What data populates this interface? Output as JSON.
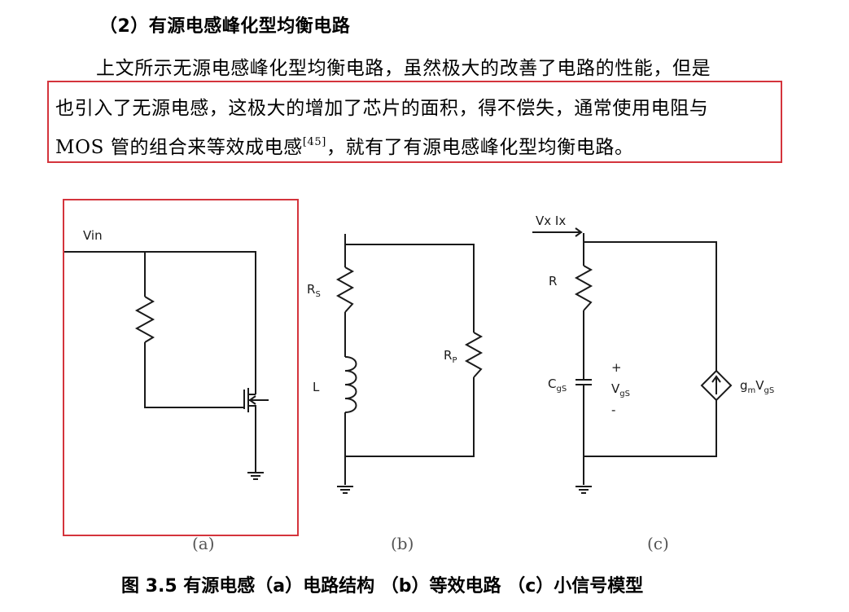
{
  "section_heading": "（2）有源电感峰化型均衡电路",
  "paragraph": {
    "line1": "上文所示无源电感峰化型均衡电路，虽然极大的改善了电路的性能，但是",
    "line2": "也引入了无源电感，这极大的增加了芯片的面积，得不偿失，通常使用电阻与",
    "line3_pre": "MOS 管的组合来等效成电感",
    "line3_ref": "[45]",
    "line3_post": "，就有了有源电感峰化型均衡电路。"
  },
  "figure": {
    "a": {
      "input_label": "Vin",
      "sublabel": "(a)"
    },
    "b": {
      "rs_label": "R",
      "rs_sub": "S",
      "l_label": "L",
      "rp_label": "R",
      "rp_sub": "P",
      "sublabel": "(b)"
    },
    "c": {
      "vx_label": "Vx Ix",
      "r_label": "R",
      "cgs_label": "C",
      "cgs_sub": "gS",
      "plus": "+",
      "minus": "-",
      "vgs_label": "V",
      "vgs_sub": "gS",
      "gm_label": "g",
      "gm_sub": "m",
      "gm_v": "V",
      "gm_vsub": "gS",
      "sublabel": "(c)"
    },
    "caption": "图 3.5  有源电感（a）电路结构  （b）等效电路  （c）小信号模型"
  },
  "colors": {
    "highlight_border": "#d4343c",
    "wire": "#1a1a1a"
  }
}
